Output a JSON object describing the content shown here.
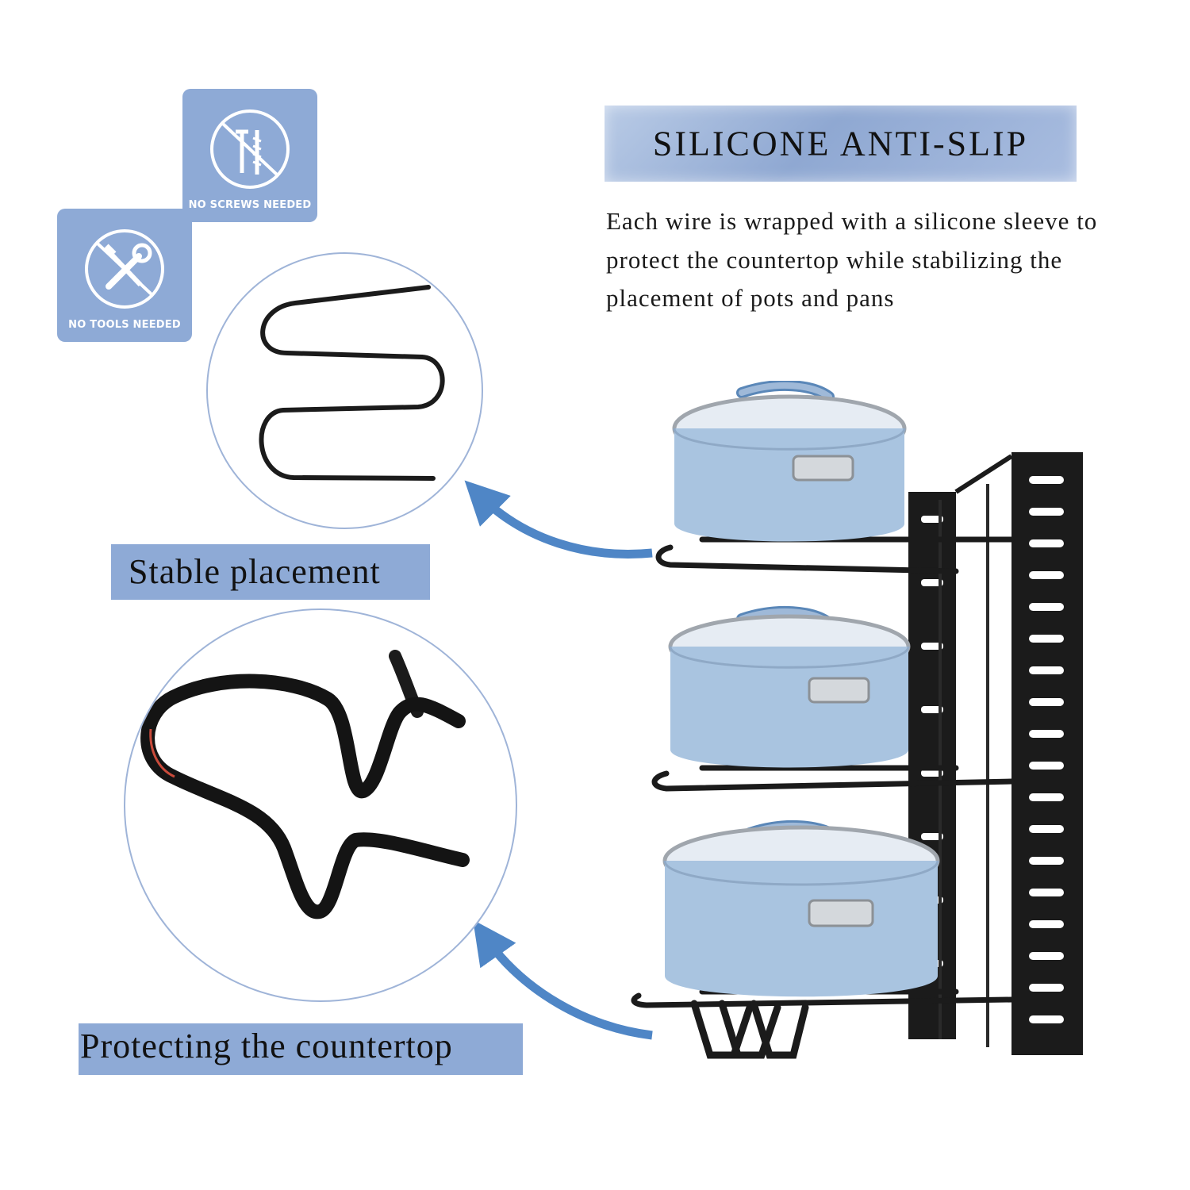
{
  "badges": {
    "no_screws": {
      "label": "NO SCREWS NEEDED",
      "icon": "no-screws-icon"
    },
    "no_tools": {
      "label": "NO TOOLS NEEDED",
      "icon": "no-tools-icon"
    }
  },
  "headline": "SILICONE ANTI-SLIP",
  "description": "Each wire is wrapped with a silicone sleeve to protect the countertop while stabilizing the placement of pots and pans",
  "labels": {
    "stable": "Stable placement",
    "protect": "Protecting the countertop"
  },
  "colors": {
    "accent_blue": "#8eaad6",
    "arrow_blue": "#4f86c6",
    "pot_blue": "#a9c4e0",
    "rack_black": "#1b1b1b"
  }
}
